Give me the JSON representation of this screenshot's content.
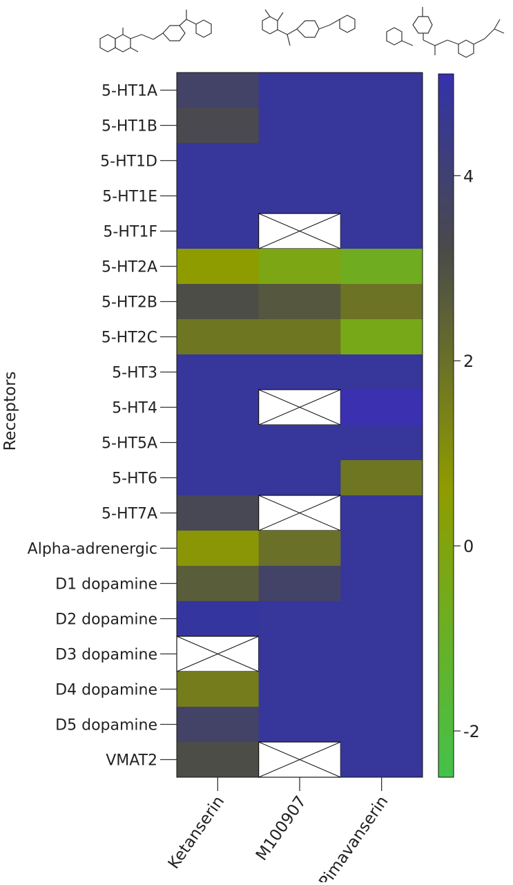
{
  "chart_data": {
    "type": "heatmap",
    "title": "",
    "xlabel": "",
    "ylabel": "Receptors",
    "columns": [
      "Ketanserin",
      "M100907",
      "Pimavanserin"
    ],
    "rows": [
      "5-HT1A",
      "5-HT1B",
      "5-HT1D",
      "5-HT1E",
      "5-HT1F",
      "5-HT2A",
      "5-HT2B",
      "5-HT2C",
      "5-HT3",
      "5-HT4",
      "5-HT5A",
      "5-HT6",
      "5-HT7A",
      "Alpha-adrenergic",
      "D1 dopamine",
      "D2 dopamine",
      "D3 dopamine",
      "D4 dopamine",
      "D5 dopamine",
      "VMAT2"
    ],
    "values": [
      [
        3.8,
        4.8,
        4.8
      ],
      [
        3.3,
        4.8,
        4.8
      ],
      [
        4.8,
        4.8,
        4.8
      ],
      [
        4.8,
        4.8,
        4.8
      ],
      [
        4.8,
        null,
        4.8
      ],
      [
        0.6,
        -0.2,
        -0.7
      ],
      [
        3.1,
        2.8,
        1.9
      ],
      [
        1.8,
        1.8,
        -0.4
      ],
      [
        4.8,
        4.8,
        4.8
      ],
      [
        4.8,
        null,
        5.3
      ],
      [
        4.8,
        4.8,
        4.8
      ],
      [
        4.8,
        4.8,
        1.8
      ],
      [
        3.4,
        null,
        4.8
      ],
      [
        0.8,
        2.0,
        4.8
      ],
      [
        2.6,
        3.8,
        4.8
      ],
      [
        4.9,
        4.8,
        4.8
      ],
      [
        null,
        4.8,
        4.8
      ],
      [
        1.6,
        4.8,
        4.8
      ],
      [
        3.8,
        4.8,
        4.8
      ],
      [
        3.1,
        null,
        4.8
      ]
    ],
    "missing": "not measured",
    "colorbar": {
      "range": [
        -2.5,
        5.1
      ],
      "ticks": [
        -2,
        0,
        2,
        4
      ],
      "tick_labels": [
        "-2",
        "0",
        "2",
        "4"
      ],
      "colors": [
        "#44c24a",
        "#8f9c00",
        "#4a4a4a",
        "#3535a0"
      ]
    },
    "grid": false
  }
}
